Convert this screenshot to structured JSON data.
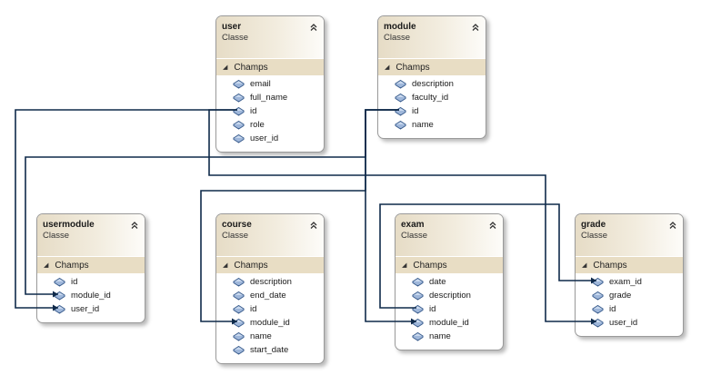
{
  "diagram": {
    "section_label": "Champs",
    "classes": [
      {
        "id": "user",
        "name": "user",
        "kind": "Classe",
        "fields": [
          "email",
          "full_name",
          "id",
          "role",
          "user_id"
        ]
      },
      {
        "id": "module",
        "name": "module",
        "kind": "Classe",
        "fields": [
          "description",
          "faculty_id",
          "id",
          "name"
        ]
      },
      {
        "id": "usermodule",
        "name": "usermodule",
        "kind": "Classe",
        "fields": [
          "id",
          "module_id",
          "user_id"
        ]
      },
      {
        "id": "course",
        "name": "course",
        "kind": "Classe",
        "fields": [
          "description",
          "end_date",
          "id",
          "module_id",
          "name",
          "start_date"
        ]
      },
      {
        "id": "exam",
        "name": "exam",
        "kind": "Classe",
        "fields": [
          "date",
          "description",
          "id",
          "module_id",
          "name"
        ]
      },
      {
        "id": "grade",
        "name": "grade",
        "kind": "Classe",
        "fields": [
          "exam_id",
          "grade",
          "id",
          "user_id"
        ]
      }
    ],
    "connections": [
      {
        "from": "user.id",
        "to": "usermodule.user_id"
      },
      {
        "from": "module.id",
        "to": "usermodule.module_id"
      },
      {
        "from": "module.id",
        "to": "course.module_id"
      },
      {
        "from": "module.id",
        "to": "exam.module_id"
      },
      {
        "from": "user.id",
        "to": "grade.user_id"
      },
      {
        "from": "exam.id",
        "to": "grade.exam_id"
      }
    ],
    "colors": {
      "connector": "#0f2a4a",
      "header": "#e6dcc6",
      "section": "#e8ddc4",
      "border": "#9a9a9a"
    },
    "icons": {
      "collapse": "double-chevron-up-icon",
      "section": "triangle-collapse-icon",
      "field": "field-icon"
    }
  }
}
